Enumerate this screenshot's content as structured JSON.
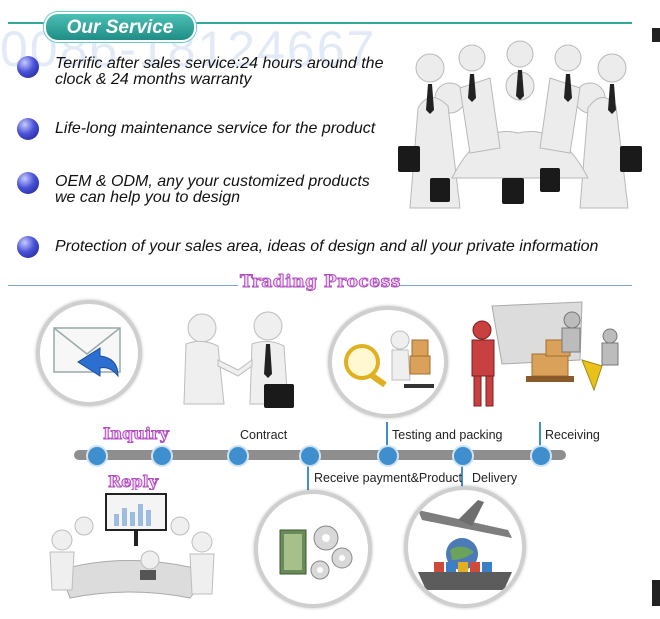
{
  "watermark": "0086-18124667",
  "header": {
    "title": "Our Service"
  },
  "services": [
    {
      "line1": "Terrific after sales service:24 hours around the",
      "line2": "clock & 24 months warranty"
    },
    {
      "line1": "Life-long maintenance service for the product",
      "line2": ""
    },
    {
      "line1": "OEM & ODM, any your customized products",
      "line2": "we can help you to design"
    },
    {
      "line1": "Protection of your sales area, ideas of design and all your private information",
      "line2": ""
    }
  ],
  "trading": {
    "title": "Trading Process"
  },
  "steps": {
    "inquiry": "Inquiry",
    "reply": "Reply",
    "contract": "Contract",
    "testing": "Testing and packing",
    "receiving": "Receiving",
    "payment": "Receive payment&Product",
    "delivery": "Delivery"
  },
  "colors": {
    "accent": "#34a99a",
    "bullet": "#2f38c8",
    "timeline_dot": "#3f8fcf",
    "pink_text": "#b04fc0"
  }
}
